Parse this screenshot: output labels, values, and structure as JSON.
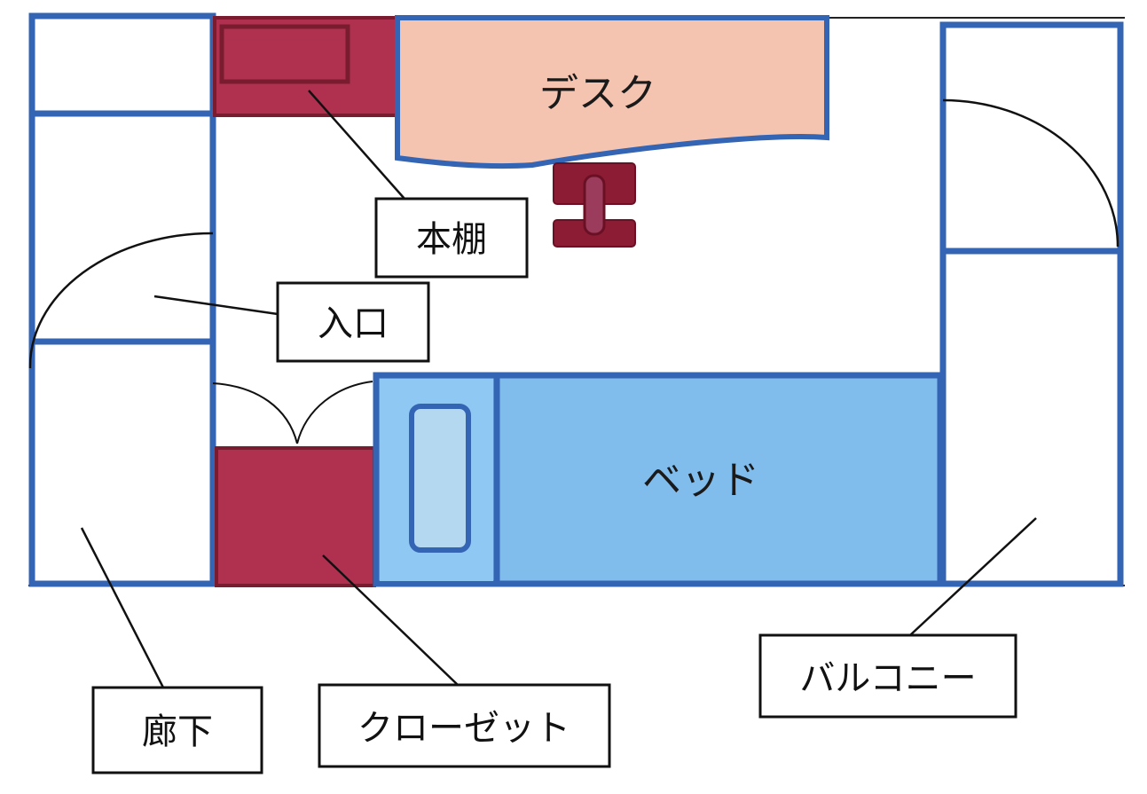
{
  "labels": {
    "desk": "デスク",
    "bed": "ベッド",
    "bookshelf": "本棚",
    "entrance": "入口",
    "hallway": "廊下",
    "closet": "クローゼット",
    "balcony": "バルコニー"
  },
  "colors": {
    "wall": "#3464b4",
    "furniture_dark": "#b03050",
    "furniture_dark_stroke": "#7a1c30",
    "desk_fill": "#f4c4b0",
    "bed_fill": "#80bcec",
    "pillow_fill": "#b4d8f0",
    "chair_fill": "#8c1c34",
    "line": "#111111"
  }
}
